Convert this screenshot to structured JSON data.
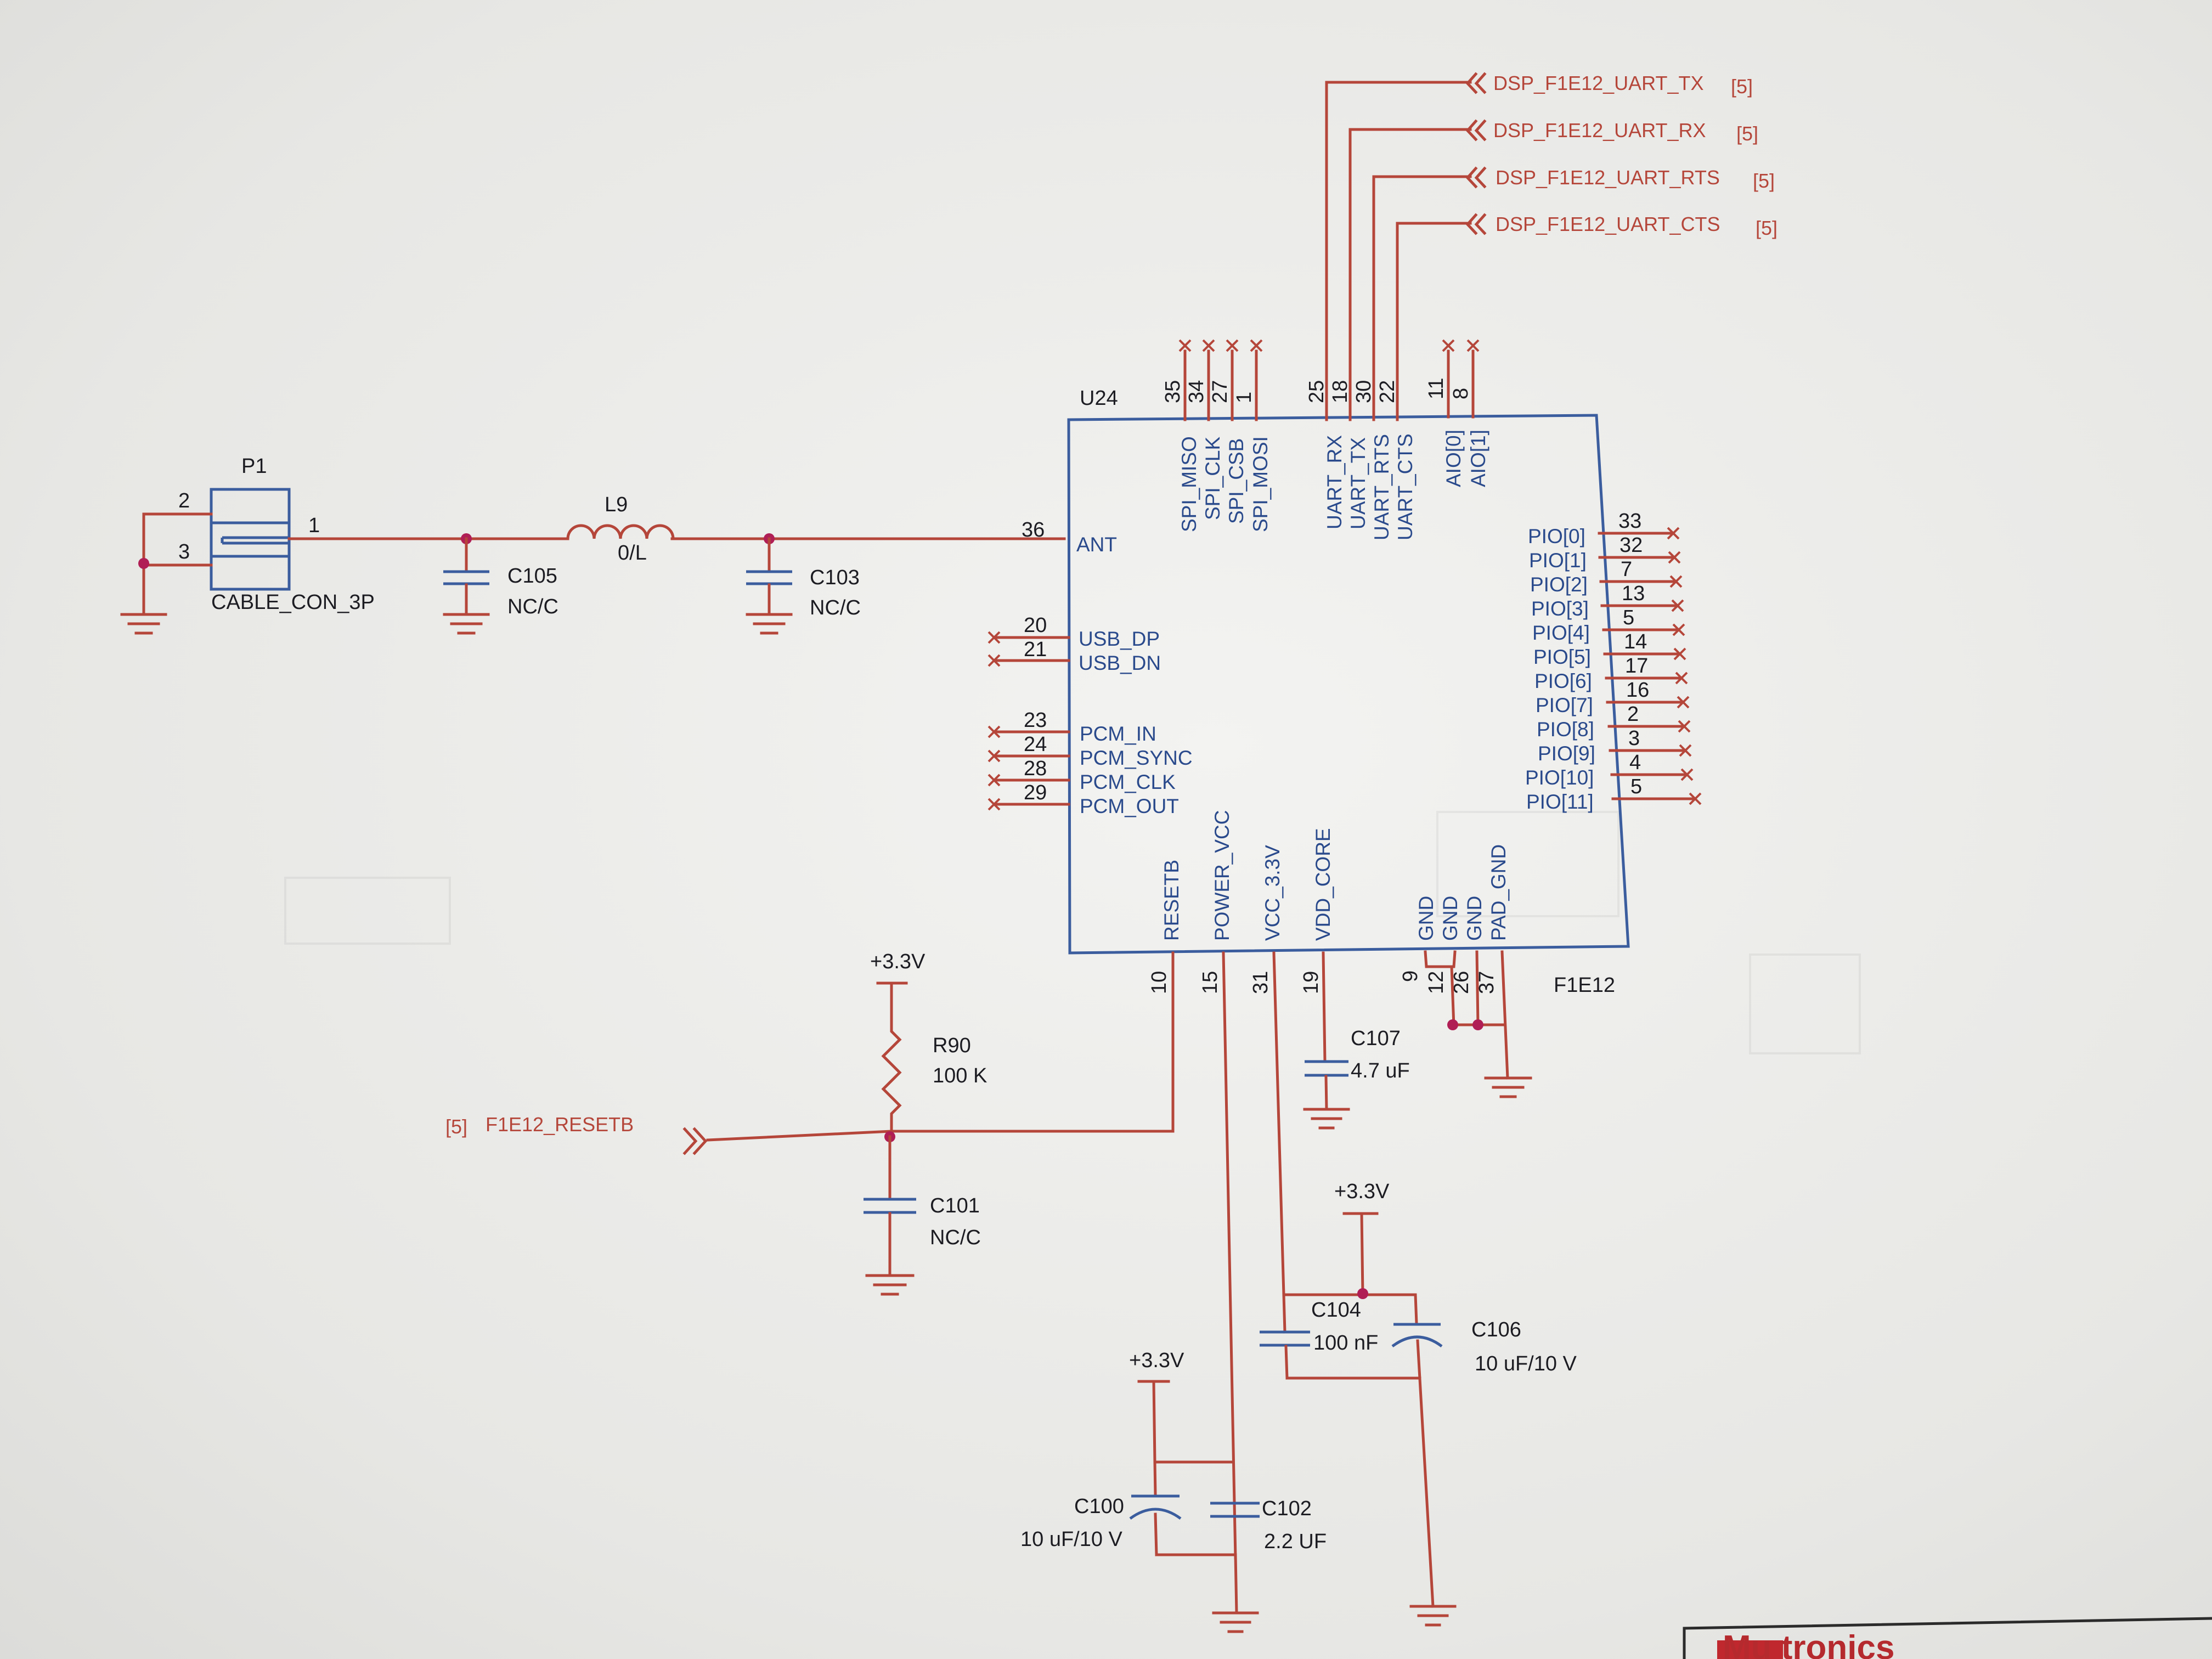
{
  "chip": {
    "ref": "U24",
    "part": "F1E12",
    "top_pins": [
      {
        "num": "35",
        "name": "SPI_MISO"
      },
      {
        "num": "34",
        "name": "SPI_CLK"
      },
      {
        "num": "27",
        "name": "SPI_CSB"
      },
      {
        "num": "1",
        "name": "SPI_MOSI"
      },
      {
        "num": "25",
        "name": "UART_RX"
      },
      {
        "num": "18",
        "name": "UART_TX"
      },
      {
        "num": "30",
        "name": "UART_RTS"
      },
      {
        "num": "22",
        "name": "UART_CTS"
      },
      {
        "num": "11",
        "name": "AIO[0]"
      },
      {
        "num": "8",
        "name": "AIO[1]"
      }
    ],
    "left_pins": [
      {
        "num": "36",
        "name": "ANT"
      },
      {
        "num": "20",
        "name": "USB_DP"
      },
      {
        "num": "21",
        "name": "USB_DN"
      },
      {
        "num": "23",
        "name": "PCM_IN"
      },
      {
        "num": "24",
        "name": "PCM_SYNC"
      },
      {
        "num": "28",
        "name": "PCM_CLK"
      },
      {
        "num": "29",
        "name": "PCM_OUT"
      }
    ],
    "right_pins": [
      {
        "num": "33",
        "name": "PIO[0]"
      },
      {
        "num": "32",
        "name": "PIO[1]"
      },
      {
        "num": "7",
        "name": "PIO[2]"
      },
      {
        "num": "13",
        "name": "PIO[3]"
      },
      {
        "num": "5",
        "name": "PIO[4]"
      },
      {
        "num": "14",
        "name": "PIO[5]"
      },
      {
        "num": "17",
        "name": "PIO[6]"
      },
      {
        "num": "16",
        "name": "PIO[7]"
      },
      {
        "num": "2",
        "name": "PIO[8]"
      },
      {
        "num": "3",
        "name": "PIO[9]"
      },
      {
        "num": "4",
        "name": "PIO[10]"
      },
      {
        "num": "5",
        "name": "PIO[11]"
      }
    ],
    "bottom_pins": [
      {
        "num": "10",
        "name": "RESETB"
      },
      {
        "num": "15",
        "name": "POWER_VCC"
      },
      {
        "num": "31",
        "name": "VCC_3.3V"
      },
      {
        "num": "19",
        "name": "VDD_CORE"
      },
      {
        "num": "9",
        "name": "GND"
      },
      {
        "num": "12",
        "name": "GND"
      },
      {
        "num": "26",
        "name": "GND"
      },
      {
        "num": "37",
        "name": "PAD_GND"
      }
    ]
  },
  "uart_nets": [
    {
      "name": "DSP_F1E12_UART_TX",
      "ref": "[5]"
    },
    {
      "name": "DSP_F1E12_UART_RX",
      "ref": "[5]"
    },
    {
      "name": "DSP_F1E12_UART_RTS",
      "ref": "[5]"
    },
    {
      "name": "DSP_F1E12_UART_CTS",
      "ref": "[5]"
    }
  ],
  "reset_net": {
    "ref": "[5]",
    "name": "F1E12_RESETB"
  },
  "connector": {
    "ref": "P1",
    "part": "CABLE_CON_3P",
    "pin1": "1",
    "pin2": "2",
    "pin3": "3"
  },
  "components": {
    "c105": {
      "ref": "C105",
      "value": "NC/C"
    },
    "l9": {
      "ref": "L9",
      "value": "0/L"
    },
    "c103": {
      "ref": "C103",
      "value": "NC/C"
    },
    "r90": {
      "ref": "R90",
      "value": "100 K"
    },
    "c101": {
      "ref": "C101",
      "value": "NC/C"
    },
    "c107": {
      "ref": "C107",
      "value": "4.7 uF"
    },
    "c104": {
      "ref": "C104",
      "value": "100 nF"
    },
    "c106": {
      "ref": "C106",
      "value": "10 uF/10 V"
    },
    "c100": {
      "ref": "C100",
      "value": "10 uF/10 V"
    },
    "c102": {
      "ref": "C102",
      "value": "2.2 UF"
    }
  },
  "power": {
    "label": "+3.3V"
  },
  "logo_text": "Mu tronics"
}
